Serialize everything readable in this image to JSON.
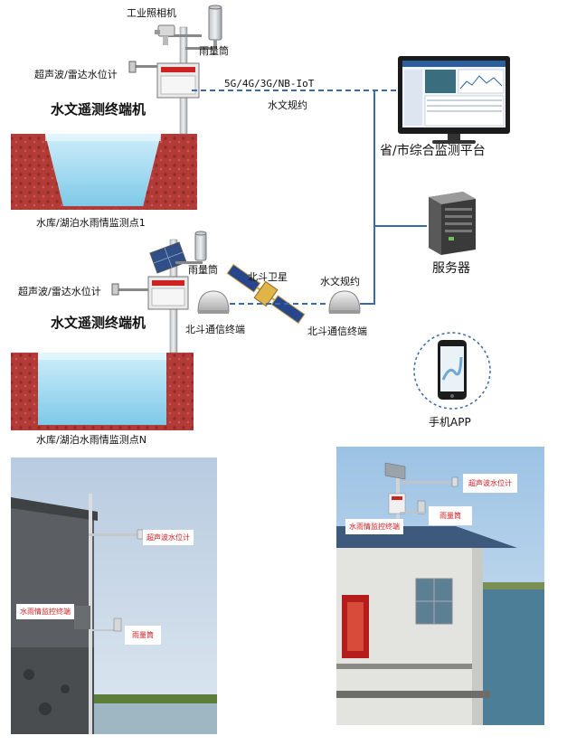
{
  "site1": {
    "camera_label": "工业照相机",
    "rain_gauge_label": "雨量筒",
    "level_meter_label": "超声波/雷达水位计",
    "terminal_label": "水文遥测终端机",
    "caption": "水库/湖泊水雨情监测点1"
  },
  "link": {
    "network_label": "5G/4G/3G/NB-IoT",
    "protocol_label": "水文规约"
  },
  "platform": {
    "label": "省/市综合监测平台"
  },
  "server": {
    "label": "服务器"
  },
  "site2": {
    "rain_gauge_label": "雨量筒",
    "level_meter_label": "超声波/雷达水位计",
    "terminal_label": "水文遥测终端机",
    "beidou_terminal_label": "北斗通信终端",
    "caption": "水库/湖泊水雨情监测点N"
  },
  "satellite": {
    "label": "北斗卫星"
  },
  "receiver": {
    "protocol_label": "水文规约",
    "terminal_label": "北斗通信终端"
  },
  "app": {
    "label": "手机APP"
  },
  "photo_left": {
    "ultrasonic_label": "超声波水位计",
    "terminal_label": "水雨情监控终端",
    "rain_gauge_label": "雨量筒"
  },
  "photo_right": {
    "ultrasonic_label": "超声波水位计",
    "terminal_label": "水雨情监控终端",
    "rain_gauge_label": "雨量筒"
  },
  "colors": {
    "accent": "#3b6aa8",
    "soil": "#b23a37",
    "water": "#a9dcf0",
    "label_red": "#d0191b"
  }
}
